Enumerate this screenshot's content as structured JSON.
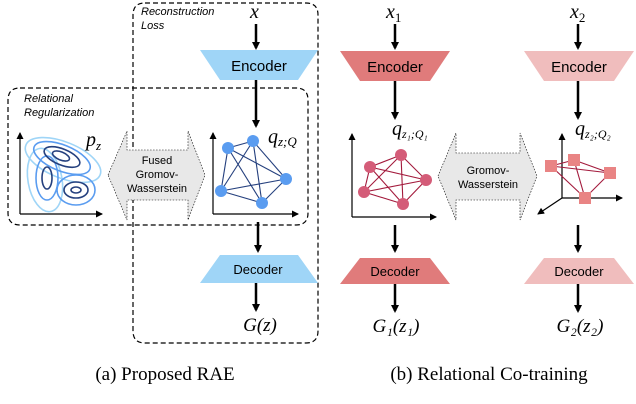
{
  "colors": {
    "rae_blue": "#9fd5f7",
    "node_blue": "#5a9cf0",
    "edge_navy": "#25407e",
    "enc1_red": "#e07b7b",
    "enc2_pink": "#f0bdbd",
    "node_red": "#d45c78",
    "edge_red": "#a31a3c",
    "square_salmon": "#e98484",
    "arrow_gray": "#e8e8e8"
  },
  "panel_a": {
    "recon_label_1": "Reconstruction",
    "recon_label_2": "Loss",
    "reg_label_1": "Relational",
    "reg_label_2": "Regularization",
    "input": "x",
    "encoder": "Encoder",
    "decoder": "Decoder",
    "prior_label": "p",
    "prior_sub": "z",
    "posterior_label": "q",
    "posterior_sub": "z;Q",
    "fgw_1": "Fused",
    "fgw_2": "Gromov-",
    "fgw_3": "Wasserstein",
    "output": "G(z)",
    "caption": "(a) Proposed RAE"
  },
  "panel_b": {
    "input_1": "x",
    "input_1_sub": "1",
    "input_2": "x",
    "input_2_sub": "2",
    "encoder": "Encoder",
    "decoder": "Decoder",
    "q1_label": "q",
    "q1_sub": "z₁;Q₁",
    "q2_label": "q",
    "q2_sub": "z₂;Q₂",
    "gw_1": "Gromov-",
    "gw_2": "Wasserstein",
    "output_1": "G₁(z₁)",
    "output_2": "G₂(z₂)",
    "caption": "(b) Relational Co-training"
  }
}
